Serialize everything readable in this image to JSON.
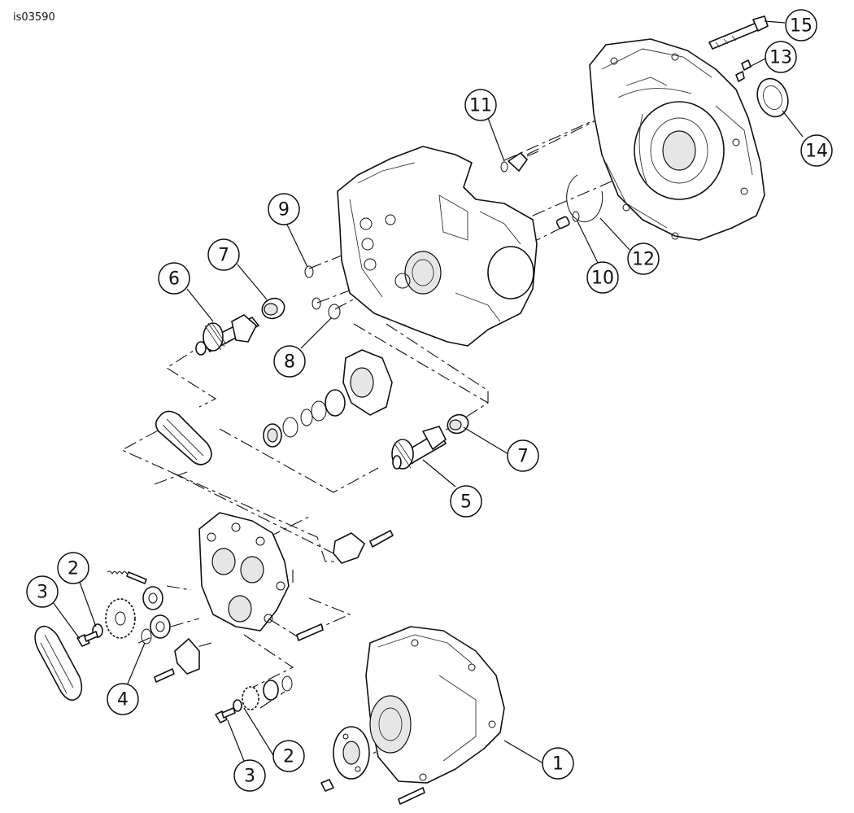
{
  "image_id": "is03590",
  "callouts": [
    {
      "label": "1"
    },
    {
      "label": "2"
    },
    {
      "label": "2"
    },
    {
      "label": "3"
    },
    {
      "label": "3"
    },
    {
      "label": "4"
    },
    {
      "label": "5"
    },
    {
      "label": "6"
    },
    {
      "label": "7"
    },
    {
      "label": "7"
    },
    {
      "label": "8"
    },
    {
      "label": "9"
    },
    {
      "label": "10"
    },
    {
      "label": "11"
    },
    {
      "label": "12"
    },
    {
      "label": "13"
    },
    {
      "label": "14"
    },
    {
      "label": "15"
    }
  ]
}
